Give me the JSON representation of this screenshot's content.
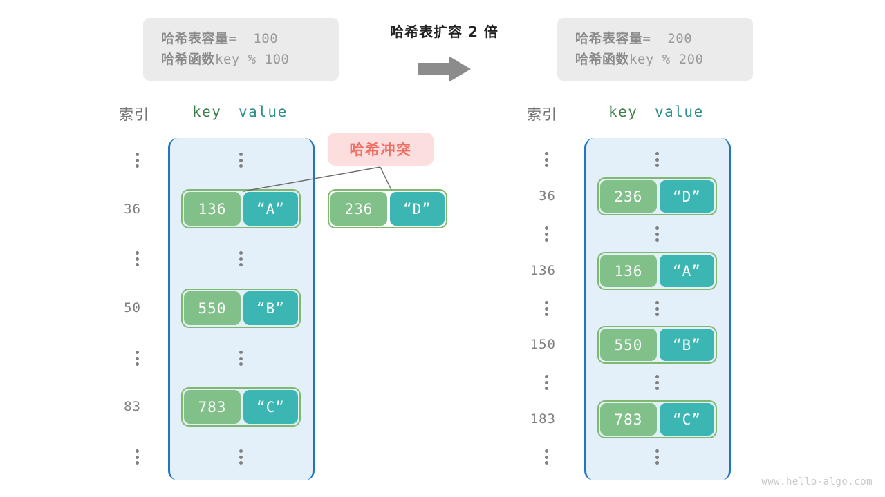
{
  "watermark": "www.hello-algo.com",
  "center": {
    "title": "哈希表扩容 2 倍",
    "arrow_icon": "right-arrow-icon"
  },
  "info_left": {
    "line1_label": "哈希表容量",
    "line1_value": "=  100",
    "line2_label": "哈希函数",
    "line2_value": "key % 100"
  },
  "info_right": {
    "line1_label": "哈希表容量",
    "line1_value": "=  200",
    "line2_label": "哈希函数",
    "line2_value": "key % 200"
  },
  "collision": {
    "label": "哈希冲突"
  },
  "headers": {
    "index": "索引",
    "key": "key",
    "value": "value"
  },
  "left_table": {
    "rows": [
      {
        "index": "",
        "ellipsis": true
      },
      {
        "index": "36",
        "key": "136",
        "value": "“A”"
      },
      {
        "index": "",
        "ellipsis": true
      },
      {
        "index": "50",
        "key": "550",
        "value": "“B”"
      },
      {
        "index": "",
        "ellipsis": true
      },
      {
        "index": "83",
        "key": "783",
        "value": "“C”"
      },
      {
        "index": "",
        "ellipsis": true
      }
    ]
  },
  "overflow_entry": {
    "key": "236",
    "value": "“D”"
  },
  "right_table": {
    "rows": [
      {
        "index": "",
        "ellipsis": true
      },
      {
        "index": "36",
        "key": "236",
        "value": "“D”"
      },
      {
        "index": "",
        "ellipsis": true
      },
      {
        "index": "136",
        "key": "136",
        "value": "“A”"
      },
      {
        "index": "",
        "ellipsis": true
      },
      {
        "index": "150",
        "key": "550",
        "value": "“B”"
      },
      {
        "index": "",
        "ellipsis": true
      },
      {
        "index": "183",
        "key": "783",
        "value": "“C”"
      },
      {
        "index": "",
        "ellipsis": true
      }
    ]
  },
  "colors": {
    "key_cell": "#82c08a",
    "value_cell": "#3cb6b2",
    "pair_border": "#7fb96f",
    "bucket_fill": "#e3eff9",
    "bucket_border": "#2077c0",
    "badge_fill": "#fbdedd",
    "badge_text": "#ef6d62",
    "info_box_fill": "#ebebeb",
    "arrow": "#8c8c8c"
  }
}
